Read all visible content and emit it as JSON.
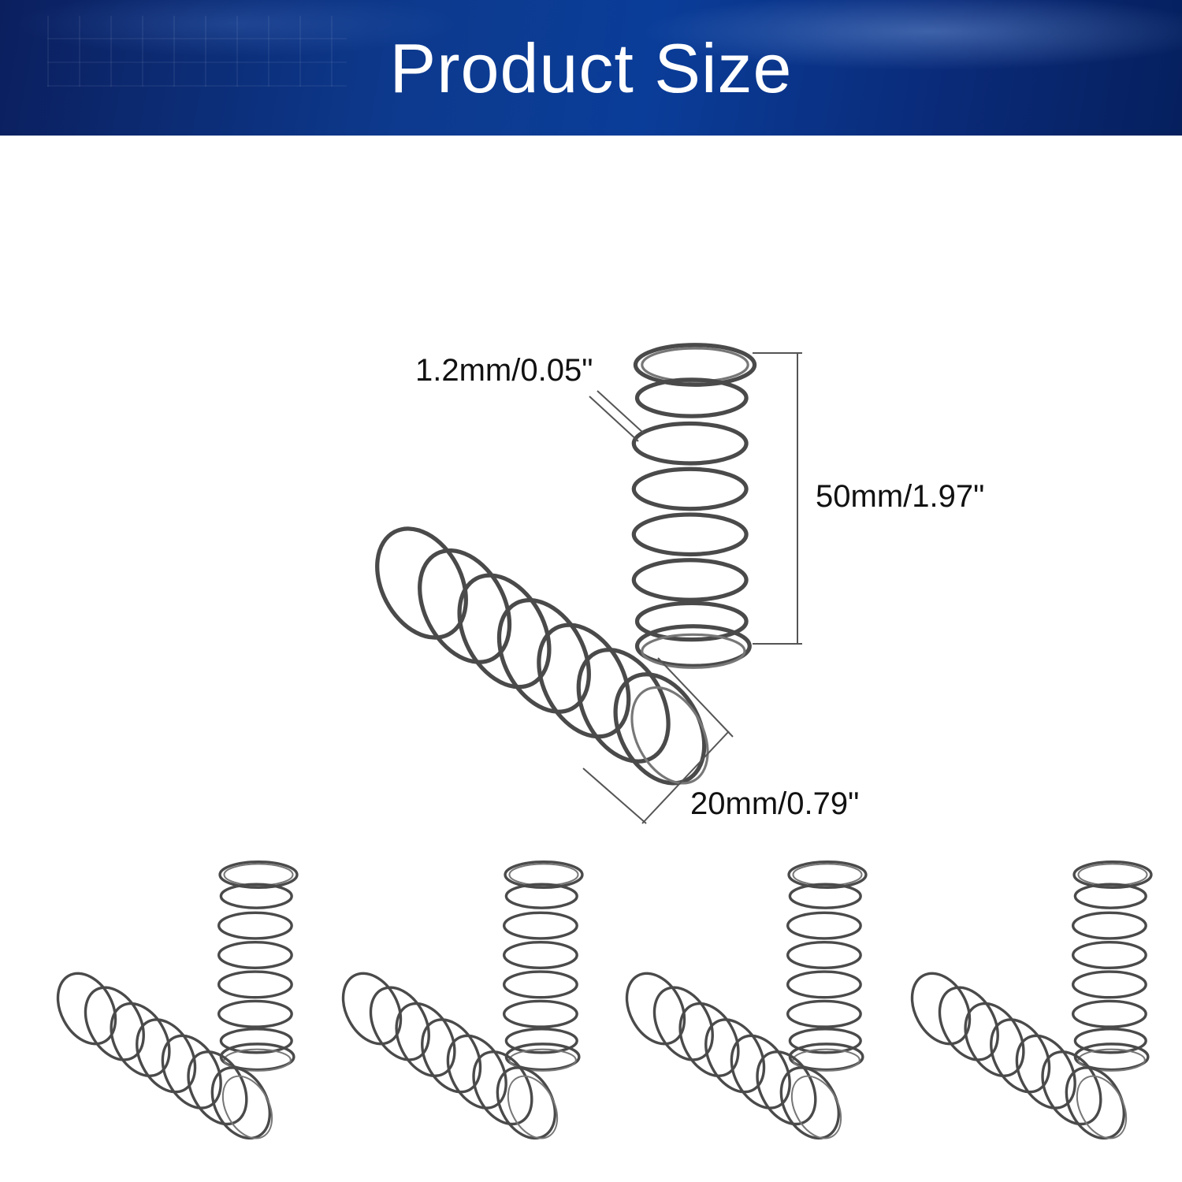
{
  "banner": {
    "title": "Product Size"
  },
  "dimensions": {
    "wire_diameter": "1.2mm/0.05\"",
    "free_length": "50mm/1.97\"",
    "outer_diameter": "20mm/0.79\""
  },
  "colors": {
    "banner_blue": "#0d3a8e",
    "spring_steel": "#4a4a4a",
    "dimension_line": "#555555"
  }
}
